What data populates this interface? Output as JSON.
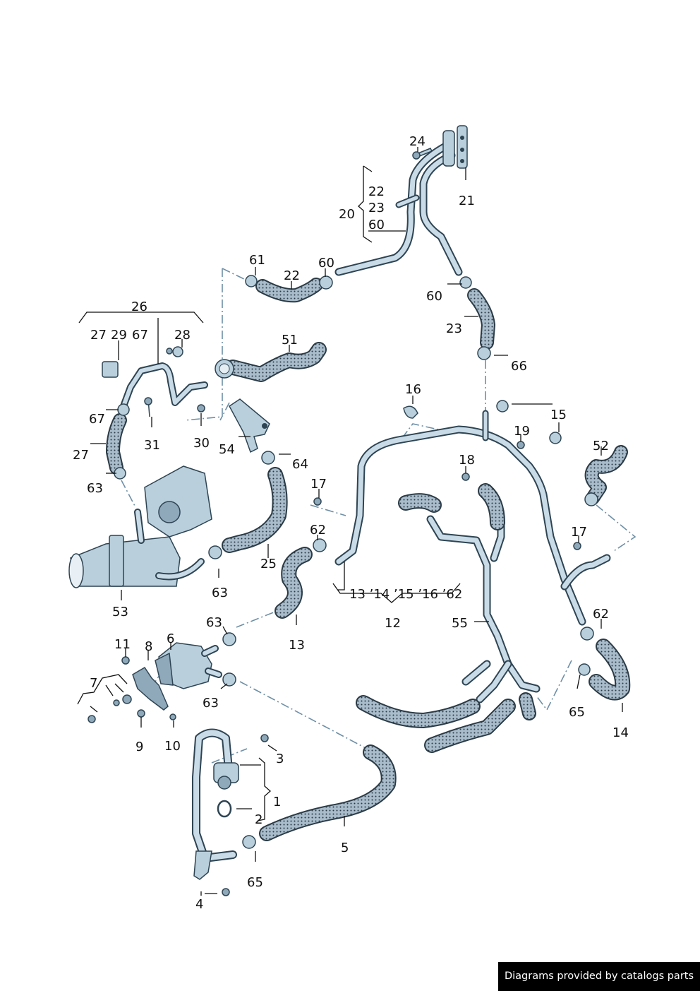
{
  "diagram": {
    "title": "Coolant hoses and pipes exploded parts diagram",
    "colors": {
      "pipe": "#c9dbe6",
      "pipe_outline": "#2e4453",
      "hose": "#9fb3c1",
      "leader_line": "#111111",
      "assembly_dashline": "#6e8fa6"
    },
    "callouts": [
      {
        "id": "c24",
        "text": "24"
      },
      {
        "id": "c21",
        "text": "21"
      },
      {
        "id": "c20",
        "text": "20"
      },
      {
        "id": "c20a",
        "text": "22"
      },
      {
        "id": "c20b",
        "text": "23"
      },
      {
        "id": "c20c",
        "text": "60"
      },
      {
        "id": "c61",
        "text": "61"
      },
      {
        "id": "c22",
        "text": "22"
      },
      {
        "id": "c60a",
        "text": "60"
      },
      {
        "id": "c60b",
        "text": "60"
      },
      {
        "id": "c23",
        "text": "23"
      },
      {
        "id": "c66",
        "text": "66"
      },
      {
        "id": "c26",
        "text": "26"
      },
      {
        "id": "c27a",
        "text": "27"
      },
      {
        "id": "c29",
        "text": "29"
      },
      {
        "id": "c67a",
        "text": "67"
      },
      {
        "id": "c28",
        "text": "28"
      },
      {
        "id": "c51",
        "text": "51"
      },
      {
        "id": "c67b",
        "text": "67"
      },
      {
        "id": "c31",
        "text": "31"
      },
      {
        "id": "c30",
        "text": "30"
      },
      {
        "id": "c27b",
        "text": "27"
      },
      {
        "id": "c54",
        "text": "54"
      },
      {
        "id": "c64",
        "text": "64"
      },
      {
        "id": "c16",
        "text": "16"
      },
      {
        "id": "c15",
        "text": "15"
      },
      {
        "id": "c19",
        "text": "19"
      },
      {
        "id": "c52",
        "text": "52"
      },
      {
        "id": "c18",
        "text": "18"
      },
      {
        "id": "c63a",
        "text": "63"
      },
      {
        "id": "c17a",
        "text": "17"
      },
      {
        "id": "c62a",
        "text": "62"
      },
      {
        "id": "c17b",
        "text": "17"
      },
      {
        "id": "c25",
        "text": "25"
      },
      {
        "id": "c63b",
        "text": "63"
      },
      {
        "id": "c53",
        "text": "53"
      },
      {
        "id": "c12sub",
        "text": "13 ’14 ’15 ’16 ’62"
      },
      {
        "id": "c12",
        "text": "12"
      },
      {
        "id": "c55",
        "text": "55"
      },
      {
        "id": "c62b",
        "text": "62"
      },
      {
        "id": "c13",
        "text": "13"
      },
      {
        "id": "c63c",
        "text": "63"
      },
      {
        "id": "c11",
        "text": "11"
      },
      {
        "id": "c8",
        "text": "8"
      },
      {
        "id": "c6",
        "text": "6"
      },
      {
        "id": "c7",
        "text": "7"
      },
      {
        "id": "c63d",
        "text": "63"
      },
      {
        "id": "c65a",
        "text": "65"
      },
      {
        "id": "c14",
        "text": "14"
      },
      {
        "id": "c9",
        "text": "9"
      },
      {
        "id": "c10",
        "text": "10"
      },
      {
        "id": "c3",
        "text": "3"
      },
      {
        "id": "c1",
        "text": "1"
      },
      {
        "id": "c2",
        "text": "2"
      },
      {
        "id": "c5",
        "text": "5"
      },
      {
        "id": "c65b",
        "text": "65"
      },
      {
        "id": "c4",
        "text": "4"
      }
    ]
  },
  "footer": {
    "credit": "Diagrams provided by catalogs parts"
  }
}
